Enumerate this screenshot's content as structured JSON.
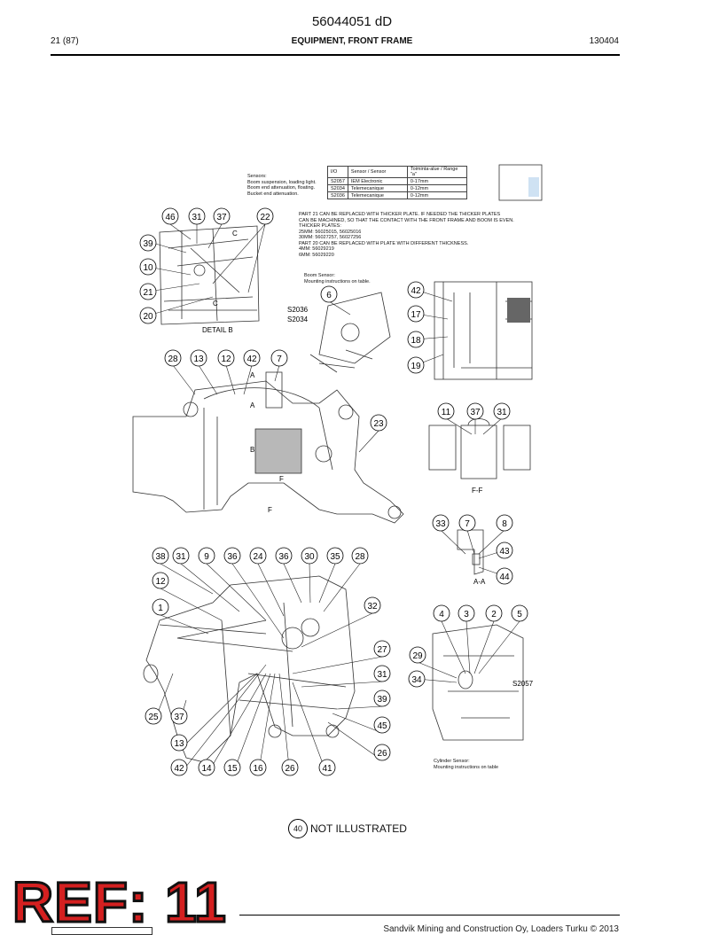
{
  "header": {
    "doc_id": "56044051 dD",
    "page": "21 (87)",
    "section": "EQUIPMENT, FRONT FRAME",
    "date": "130404"
  },
  "sensor_table": {
    "notes": [
      "Sensors:",
      "Boom suspension, loading light.",
      "Boom end attenuation, floating.",
      "Bucket end attenuation."
    ],
    "columns": [
      "I/O",
      "Sensor / Sensor",
      "Toiminta-alue / Range \"a\""
    ],
    "rows": [
      [
        "S2057",
        "IEM Electronic",
        "0-17mm"
      ],
      [
        "S2034",
        "Telemecanique",
        "0-12mm"
      ],
      [
        "S2036",
        "Telemecanique",
        "0-12mm"
      ]
    ]
  },
  "part_notes": [
    "PART 21 CAN BE REPLACED WITH THICKER PLATE. IF NEEDED THE THICKER PLATES",
    "CAN BE MACHINED, SO THAT THE CONTACT WITH THE FRONT FRAME AND BOOM IS EVEN.",
    "THICKER PLATES:",
    "25MM: 56025015, 56025016",
    "30MM: 56027257, 56027256",
    "PART 20 CAN BE REPLACED WITH PLATE WITH DIFFERENT THICKNESS.",
    "4MM: 56029219",
    "6MM: 56029220"
  ],
  "boom_note": [
    "Boom Sensor:",
    "Mounting instructions on table."
  ],
  "cylinder_note": [
    "Cylinder Sensor:",
    "Mounting instructions on table"
  ],
  "view_labels": {
    "detail_b": "DETAIL B",
    "ff": "F-F",
    "aa": "A-A",
    "c": "C",
    "a": "A",
    "b": "B",
    "f": "F"
  },
  "sensor_labels": [
    "S2036",
    "S2034",
    "S2057"
  ],
  "callouts": [
    "46",
    "31",
    "37",
    "22",
    "39",
    "10",
    "21",
    "20",
    "6",
    "42",
    "17",
    "18",
    "19",
    "28",
    "13",
    "12",
    "42",
    "7",
    "23",
    "11",
    "37",
    "31",
    "33",
    "7",
    "8",
    "43",
    "44",
    "38",
    "31",
    "9",
    "36",
    "24",
    "36",
    "30",
    "35",
    "28",
    "12",
    "1",
    "32",
    "4",
    "3",
    "2",
    "5",
    "29",
    "34",
    "27",
    "31",
    "39",
    "45",
    "26",
    "25",
    "37",
    "13",
    "42",
    "14",
    "15",
    "16",
    "26",
    "41"
  ],
  "not_illustrated": {
    "number": "40",
    "text": "NOT ILLUSTRATED"
  },
  "footer": "Sandvik Mining and Construction Oy, Loaders Turku © 2013",
  "stamp": "REF: 11"
}
